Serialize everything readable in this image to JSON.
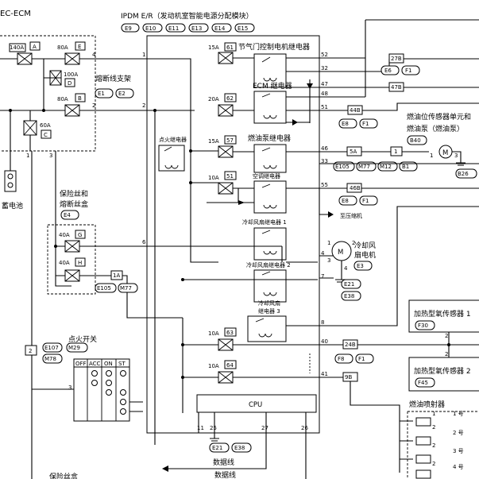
{
  "header": {
    "section": "EC-ECM",
    "ipdm_title": "IPDM E/R（发动机室智能电源分配模块）",
    "ipdm_connectors": [
      "E9",
      "E10",
      "E11",
      "E13",
      "E14",
      "E15"
    ]
  },
  "fuse_block": {
    "label": "熔断线支架",
    "connectors": [
      "E1",
      "E2"
    ],
    "links": [
      {
        "rating": "140A",
        "letter": "A"
      },
      {
        "rating": "80A",
        "letter": "E"
      },
      {
        "rating": "100A",
        "letter": "D"
      },
      {
        "rating": "80A",
        "letter": "B"
      },
      {
        "rating": "60A",
        "letter": "C"
      }
    ],
    "pins": [
      "4",
      "2",
      "1",
      "3"
    ]
  },
  "battery": {
    "label": "蓄电池"
  },
  "fuse_box": {
    "label_line1": "保险丝和",
    "label_line2": "熔断丝盒",
    "connector": "E4",
    "links": [
      {
        "rating": "40A",
        "letter": "G"
      },
      {
        "rating": "40A",
        "letter": "H"
      }
    ],
    "jconn": "1A",
    "jconn_refs": [
      "E105",
      "M77"
    ]
  },
  "ipdm": {
    "input_pins": [
      "1",
      "2",
      "6",
      "3"
    ],
    "fuses": [
      {
        "rating": "15A",
        "num": "61"
      },
      {
        "rating": "20A",
        "num": "62"
      },
      {
        "rating": "15A",
        "num": "57"
      },
      {
        "rating": "10A",
        "num": "51"
      },
      {
        "rating": "10A",
        "num": "63"
      },
      {
        "rating": "10A",
        "num": "64"
      }
    ],
    "relays": {
      "throttle": "节气门控制电机继电器",
      "ecm": "ECM 继电器",
      "ignition": "点火继电器",
      "fuel_pump": "燃油泵继电器",
      "ac": "空调继电器",
      "fan1": "冷却风扇继电器 1",
      "fan2": "冷却风扇继电器 2",
      "fan3_line1": "冷却风扇",
      "fan3_line2": "继电器 3"
    },
    "cpu": "CPU",
    "right_pins": [
      "52",
      "32",
      "47",
      "48",
      "51",
      "46",
      "33",
      "55",
      "4",
      "7",
      "8",
      "40",
      "41"
    ],
    "bottom_pins": [
      "11",
      "25",
      "27",
      "26"
    ],
    "bottom_refs": [
      "E21",
      "E38"
    ],
    "bus_lines": [
      "数据线",
      "数据线"
    ]
  },
  "right_side": {
    "jconn_27b": "27B",
    "jconn_27b_refs": [
      "E6",
      "F1"
    ],
    "jconn_47b": "47B",
    "jconn_44b": "44B",
    "jconn_44b_refs": [
      "E8",
      "F1"
    ],
    "fuel_sensor_line1": "燃油位传感器单元和",
    "fuel_sensor_line2": "燃油泵（燃油泵）",
    "fuel_sensor_conn": "B40",
    "jconn_5a": "5A",
    "jconn_1": "1",
    "fuel_refs": [
      "E105",
      "M77",
      "M12",
      "B1"
    ],
    "pump_pin_l": "1",
    "pump_pin_r": "3",
    "pump_ground_ref": "B26",
    "jconn_46b": "46B",
    "jconn_46b_refs": [
      "E8",
      "F1"
    ],
    "compressor": "至压缩机",
    "fan_motor_line1": "冷却风",
    "fan_motor_line2": "扇电机",
    "fan_motor_conn": "E3",
    "fan_pins": [
      "1",
      "2",
      "3",
      "4"
    ],
    "fan_refs": [
      "E21",
      "E38"
    ],
    "o2_sensor1": "加热型氧传感器 1",
    "o2_sensor1_conn": "F30",
    "o2_sensor2": "加热型氧传感器 2",
    "o2_sensor2_conn": "F45",
    "o2_pin": "2",
    "jconn_24b": "24B",
    "jconn_24b_refs": [
      "F8",
      "F1"
    ],
    "jconn_9b": "9B",
    "injector_title": "燃油喷射器",
    "injectors": [
      "1 号",
      "2 号",
      "3 号",
      "4 号"
    ],
    "injector_pin_labels": [
      "1",
      "2"
    ]
  },
  "ignition_switch": {
    "label": "点火开关",
    "jconn": "2",
    "jconn_refs": [
      "E107",
      "M29",
      "M78"
    ],
    "cols": [
      "OFF",
      "ACC",
      "ON",
      "ST"
    ],
    "pin": "3"
  },
  "bottom_note": "保险丝盒"
}
